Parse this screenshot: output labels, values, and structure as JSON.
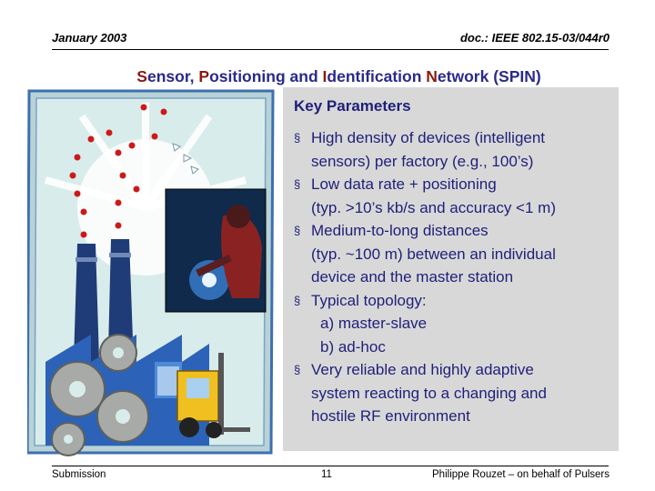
{
  "header": {
    "date": "January 2003",
    "doc_id": "doc.: IEEE 802.15-03/044r0"
  },
  "slide": {
    "title_parts": [
      {
        "text": "S",
        "cap": true
      },
      {
        "text": "ensor, ",
        "cap": false
      },
      {
        "text": "P",
        "cap": true
      },
      {
        "text": "ositioning and ",
        "cap": false
      },
      {
        "text": "I",
        "cap": true
      },
      {
        "text": "dentification ",
        "cap": false
      },
      {
        "text": "N",
        "cap": true
      },
      {
        "text": "etwork (SPIN)",
        "cap": false
      }
    ],
    "subtitle": "Key Parameters",
    "bullets": [
      {
        "lines": [
          "High density of devices (intelligent",
          "sensors) per factory (e.g., 100’s)"
        ]
      },
      {
        "lines": [
          "Low data rate + positioning",
          "(typ. >10’s kb/s and accuracy <1 m)"
        ]
      },
      {
        "lines": [
          "Medium-to-long distances",
          "(typ. ~100 m) between an individual",
          "device and the master station"
        ]
      },
      {
        "lines": [
          "Typical topology:",
          " a) master-slave",
          " b) ad-hoc"
        ]
      },
      {
        "lines": [
          "Very reliable and highly adaptive",
          "system reacting to a changing and",
          "hostile RF environment"
        ]
      }
    ],
    "bullet_marker": "§"
  },
  "footer": {
    "left": "Submission",
    "page": "11",
    "right": "Philippe Rouzet – on behalf of  Pulsers"
  },
  "colors": {
    "title": "#2a2a8a",
    "title_caps": "#8b1a10",
    "panel": "#d8d8d8",
    "text": "#1f1f7a"
  }
}
